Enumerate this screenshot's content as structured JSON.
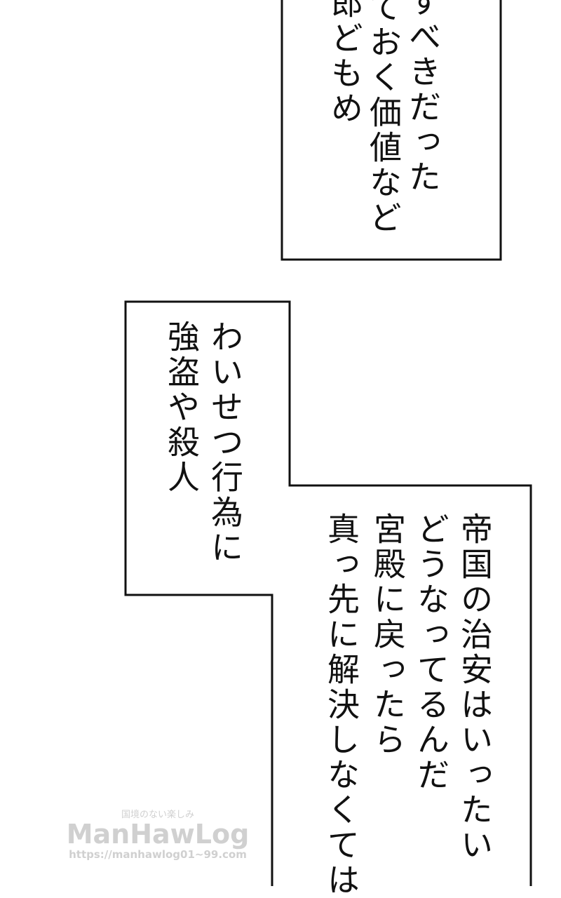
{
  "top_box": {
    "lines": [
      "すべきだった",
      "ておく価値など",
      "郎どもめ"
    ]
  },
  "left_box": {
    "lines": [
      "わいせつ行為に",
      "強盗や殺人"
    ]
  },
  "right_box": {
    "lines": [
      "帝国の治安はいったい",
      "どうなってるんだ",
      "宮殿に戻ったら",
      "真っ先に解決しなくては"
    ]
  },
  "watermark": {
    "tagline": "国境のない楽しみ",
    "brand": "ManHawLog",
    "url": "https://manhawlog01~99.com"
  },
  "colors": {
    "border": "#111111",
    "background": "#ffffff",
    "watermark": "#c8c8c8"
  }
}
